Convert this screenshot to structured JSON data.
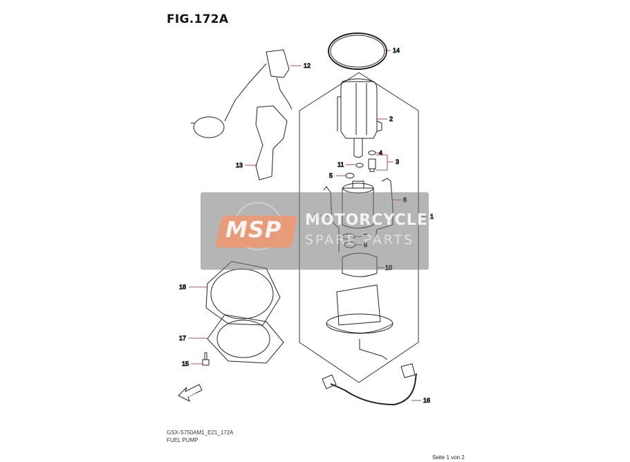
{
  "figure": {
    "title": "FIG.172A",
    "model_code": "GSX-S750AM1_E21_172A",
    "section_name": "FUEL PUMP",
    "page_info": "Seite 1 von 2",
    "fwd_label": "FWD"
  },
  "watermark": {
    "logo": "MSP",
    "line1": "MOTORCYCLE",
    "line2": "SPARE PARTS"
  },
  "callouts": [
    "1",
    "2",
    "3",
    "4",
    "5",
    "6",
    "7",
    "8",
    "9",
    "10",
    "11",
    "12",
    "13",
    "14",
    "15",
    "16",
    "17",
    "18"
  ],
  "colors": {
    "callout": "#9a1c1c",
    "line_art": "#222222",
    "watermark_band": "#787878",
    "watermark_logo": "#f0966e"
  }
}
